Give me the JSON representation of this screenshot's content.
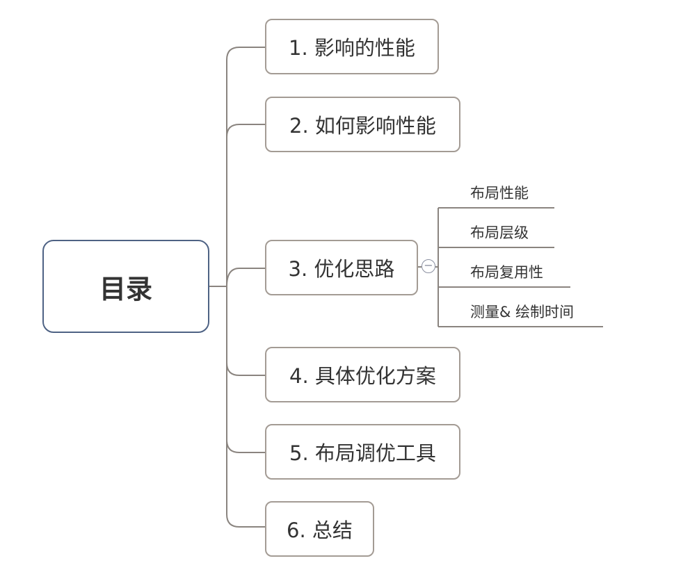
{
  "root": {
    "label": "目录"
  },
  "branches": [
    {
      "label": "1. 影响的性能"
    },
    {
      "label": "2. 如何影响性能"
    },
    {
      "label": "3. 优化思路"
    },
    {
      "label": "4. 具体优化方案"
    },
    {
      "label": "5. 布局调优工具"
    },
    {
      "label": "6. 总结"
    }
  ],
  "sub_topics": [
    {
      "label": "布局性能"
    },
    {
      "label": "布局层级"
    },
    {
      "label": "布局复用性"
    },
    {
      "label": "测量& 绘制时间"
    }
  ],
  "collapse_glyph": "−",
  "colors": {
    "root_border": "#4e6284",
    "branch_border": "#a39b94",
    "connector": "#8a847f",
    "text": "#333333"
  }
}
